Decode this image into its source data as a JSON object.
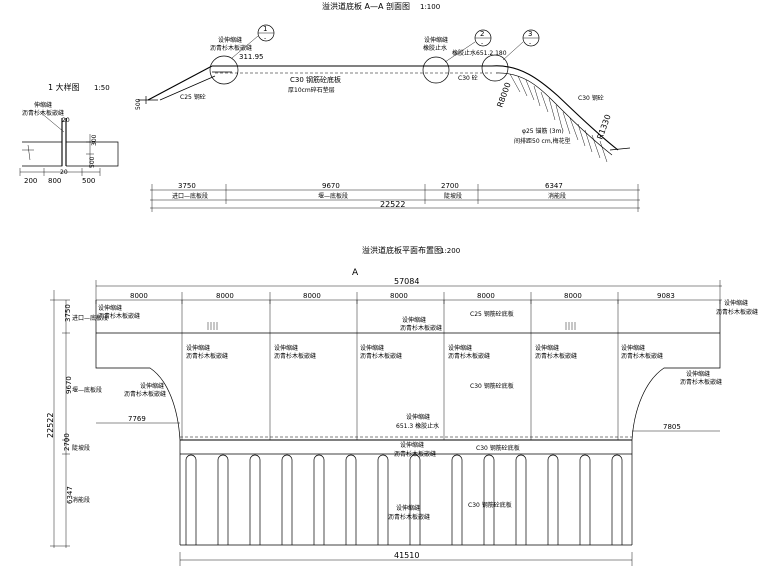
{
  "section": {
    "title": "溢洪道底板 A—A 剖面图",
    "scale": "1:100",
    "detail_title": "1 大样图",
    "detail_scale": "1:50",
    "callouts": [
      "1",
      "2",
      "3"
    ],
    "callout_subs": [
      "-",
      "-",
      "-"
    ],
    "labels": {
      "joint1": "设伸缩缝",
      "joint1b": "沥青杉木板嵌缝",
      "joint2": "设伸缩缝",
      "joint2b": "橡胶止水",
      "stopwater": "橡胶止水651.2 180",
      "elev": "311.95",
      "slab": "C30 钢筋砼底板",
      "cushion": "厚10cm碎石垫层",
      "c25": "C25 钢砼",
      "c30a": "C30 砼",
      "c30b": "C30 钢砼",
      "r1": "R8000",
      "r2": "R1330",
      "anchor1": "φ25 锚筋 (3m)",
      "anchor2": "间排距50 cm,梅花型",
      "dim500": "500"
    },
    "detail": {
      "joint": "伸缩缝",
      "joint_b": "沥青杉木板嵌缝",
      "d20a": "20",
      "d300": "300",
      "d500": "500",
      "d20b": "20",
      "bottom_dims": [
        "200",
        "800",
        "500"
      ]
    },
    "dims": [
      "3750",
      "9670",
      "2700",
      "6347"
    ],
    "subdims": [
      "进口—底板段",
      "堰—底板段",
      "陡坡段",
      "消能段"
    ],
    "total": "22522"
  },
  "plan": {
    "title": "溢洪道底板平面布置图",
    "scale": "1:200",
    "marker_a": "A",
    "total_top": "57084",
    "bays": [
      "8000",
      "8000",
      "8000",
      "8000",
      "8000",
      "8000",
      "9083"
    ],
    "left_dims": [
      "3750",
      "9670",
      "2700",
      "6347"
    ],
    "left_total": "22522",
    "left_zone_labels": [
      "进口—底板段",
      "堰—底板段",
      "陡坡段",
      "消能段"
    ],
    "notes": {
      "n_topleft_a": "设伸缩缝",
      "n_topleft_b": "沥青杉木板嵌缝",
      "n_topright_a": "设伸缩缝",
      "n_topright_b": "沥青杉木板嵌缝",
      "n_mid_a": "设伸缩缝",
      "n_mid_b": "沥青杉木板嵌缝",
      "n_c30top": "C25 钢筋砼底板",
      "n_c30mid": "C30 钢筋砼底板",
      "n_c30bot": "C30 钢筋砼底板",
      "n_c30low": "C30 钢筋砼底板",
      "n_center_a": "设伸缩缝",
      "n_center_b": "651.3 橡胶止水",
      "n_low_a": "设伸缩缝",
      "n_low_b": "沥青杉木板嵌缝",
      "n_bot_a": "设伸缩缝",
      "n_bot_b": "沥青杉木板嵌缝"
    },
    "left_ext": "7769",
    "right_ext": "7805",
    "bottom_total": "41510"
  }
}
